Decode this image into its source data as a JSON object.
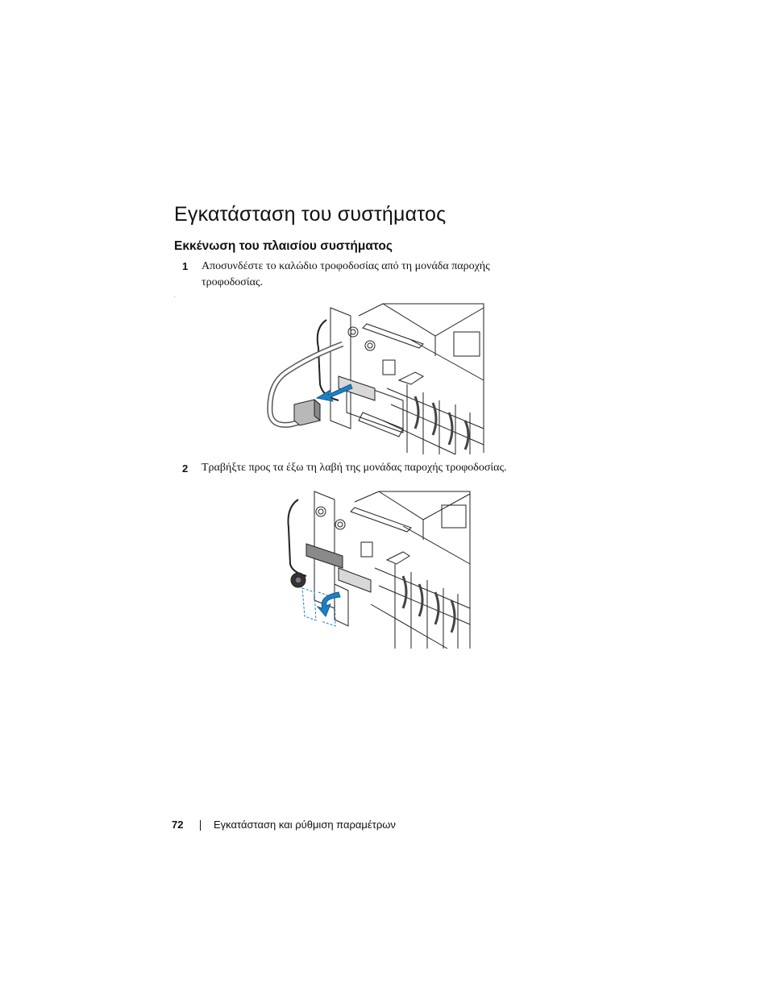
{
  "section_title": "Εγκατάσταση του συστήματος",
  "subsection_title": "Εκκένωση του πλαισίου συστήματος",
  "steps": [
    {
      "number": "1",
      "line1": "Αποσυνδέστε το καλώδιο τροφοδοσίας από τη μονάδα παροχής",
      "line2": "τροφοδοσίας."
    },
    {
      "number": "2",
      "line1": "Τραβήξτε προς τα έξω τη λαβή της μονάδας παροχής τροφοδοσίας."
    }
  ],
  "stray_mark": ".",
  "figures": [
    {
      "id": "figure-1",
      "subject": "unplug-power-cable",
      "arrow_color": "#1f7fc1"
    },
    {
      "id": "figure-2",
      "subject": "pull-psu-handle",
      "arrow_color": "#1f7fc1"
    }
  ],
  "footer": {
    "page_number": "72",
    "chapter_title": "Εγκατάσταση και ρύθμιση παραμέτρων"
  }
}
